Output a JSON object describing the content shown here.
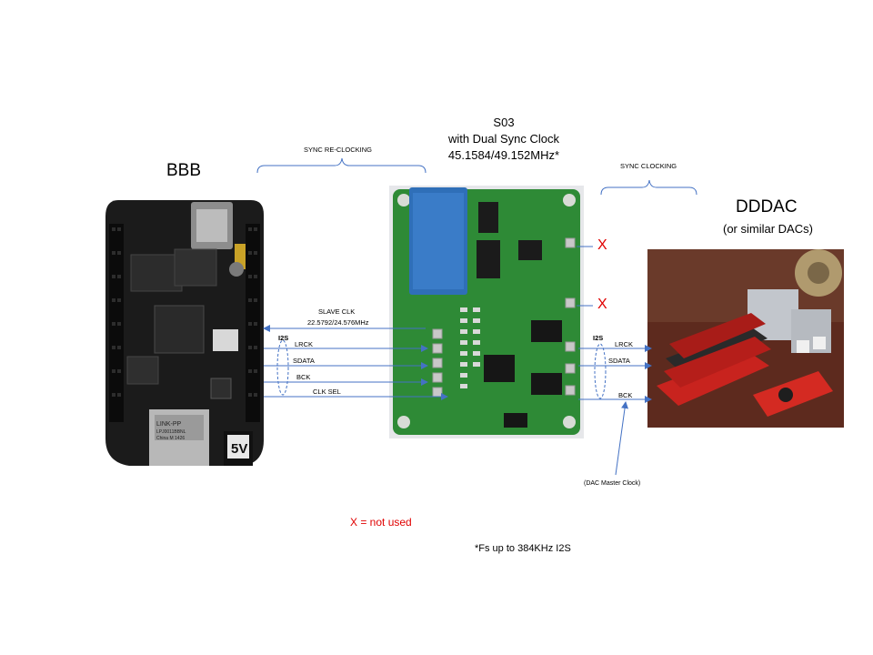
{
  "bbb": {
    "title": "BBB"
  },
  "s03": {
    "title": "S03",
    "line2": "with Dual Sync Clock",
    "line3": "45.1584/49.152MHz*"
  },
  "dddac": {
    "title": "DDDAC",
    "subtitle": "(or similar DACs)"
  },
  "braces": {
    "left": "SYNC RE-CLOCKING",
    "right": "SYNC  CLOCKING"
  },
  "signals_left": {
    "slave_clk": "SLAVE  CLK",
    "slave_freq": "22.5792/24.576MHz",
    "i2s": "I2S",
    "lrck": "LRCK",
    "sdata": "SDATA",
    "bck": "BCK",
    "clk_sel": "CLK SEL"
  },
  "signals_right": {
    "i2s": "I2S",
    "lrck": "LRCK",
    "sdata": "SDATA",
    "bck": "BCK",
    "master_clock": "(DAC Master Clock)"
  },
  "unused_mark": "X",
  "legend": {
    "x_meaning": "X = not used",
    "footnote": "*Fs up to 384KHz I2S"
  },
  "board_text": {
    "jack_label": "LINK-PP",
    "jack_line2": "LPJ0011BBNL",
    "jack_line3": "China M 1426",
    "power_label": "5V"
  },
  "colors": {
    "line": "#4472c4",
    "red": "#e00000",
    "pcb_green": "#2e8a36",
    "bbb_board": "#1c1c1c",
    "dac_red": "#c8231e"
  }
}
